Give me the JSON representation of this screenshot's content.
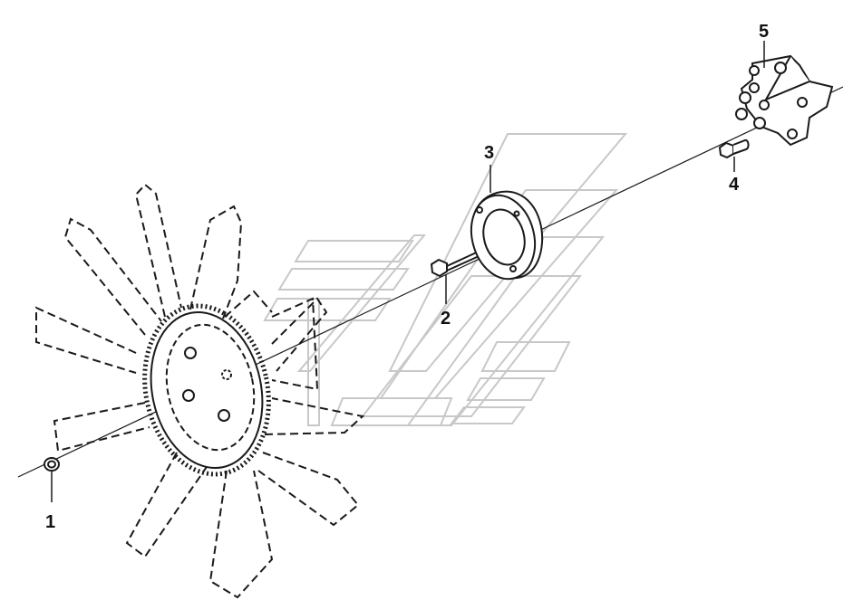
{
  "diagram": {
    "type": "exploded-parts-view",
    "callouts": [
      {
        "id": "part-1",
        "label": "1"
      },
      {
        "id": "part-2",
        "label": "2"
      },
      {
        "id": "part-3",
        "label": "3"
      },
      {
        "id": "part-4",
        "label": "4"
      },
      {
        "id": "part-5",
        "label": "5"
      }
    ],
    "colors": {
      "line": "#1a1a1a",
      "watermark": "#c8c8c8",
      "background": "#ffffff"
    }
  }
}
